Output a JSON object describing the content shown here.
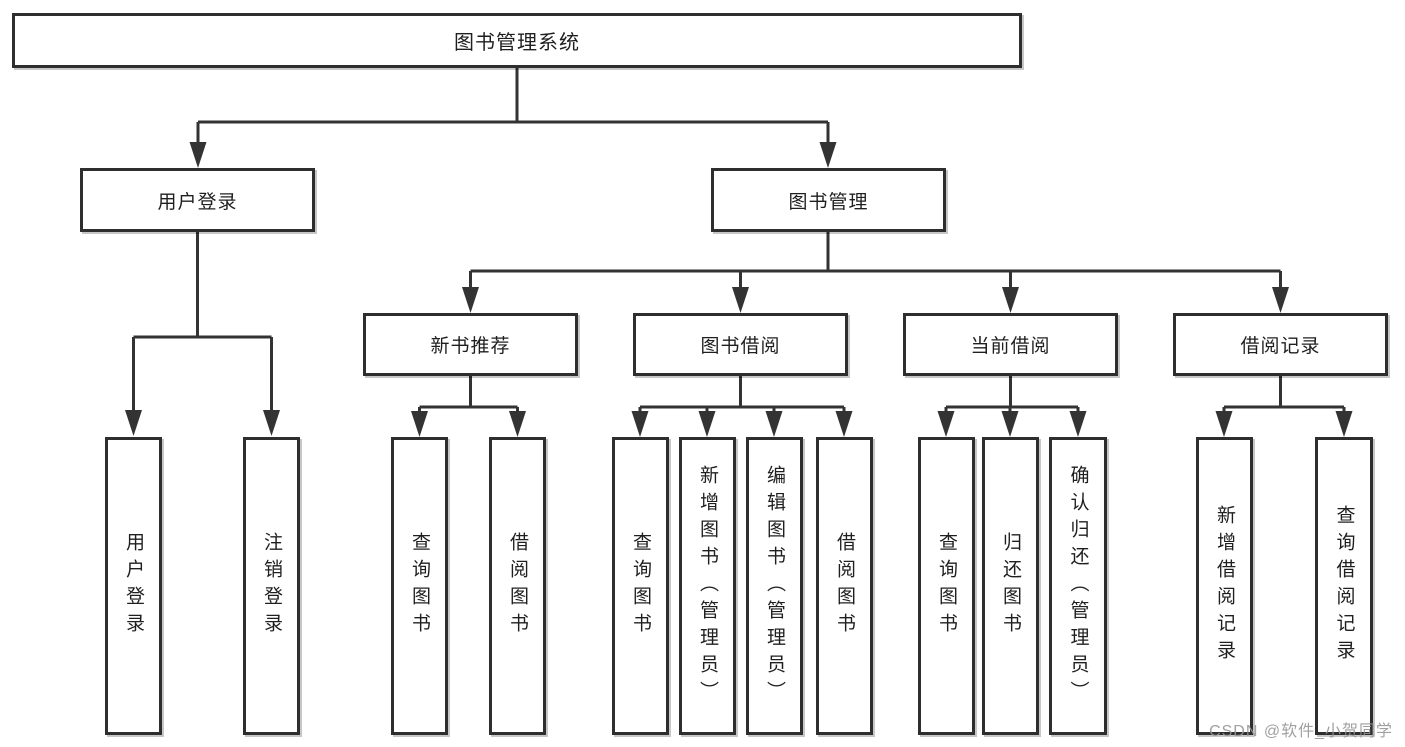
{
  "diagram": {
    "title": "图书管理系统",
    "level2": [
      {
        "label": "用户登录"
      },
      {
        "label": "图书管理"
      }
    ],
    "level3": [
      {
        "label": "新书推荐"
      },
      {
        "label": "图书借阅"
      },
      {
        "label": "当前借阅"
      },
      {
        "label": "借阅记录"
      }
    ],
    "leaves": {
      "user_login": [
        "用户登录",
        "注销登录"
      ],
      "new_book_recommend": [
        "查询图书",
        "借阅图书"
      ],
      "book_borrow": [
        "查询图书",
        "新增图书（管理员）",
        "编辑图书（管理员）",
        "借阅图书"
      ],
      "current_borrow": [
        "查询图书",
        "归还图书",
        "确认归还（管理员）"
      ],
      "borrow_records": [
        "新增借阅记录",
        "查询借阅记录"
      ]
    },
    "colors": {
      "line": "#333333",
      "box_border": "#2e2e2e",
      "box_fill": "#ffffff",
      "text": "#1f1f1f",
      "watermark": "#969696"
    },
    "watermark": "CSDN @软件_小贺同学"
  }
}
